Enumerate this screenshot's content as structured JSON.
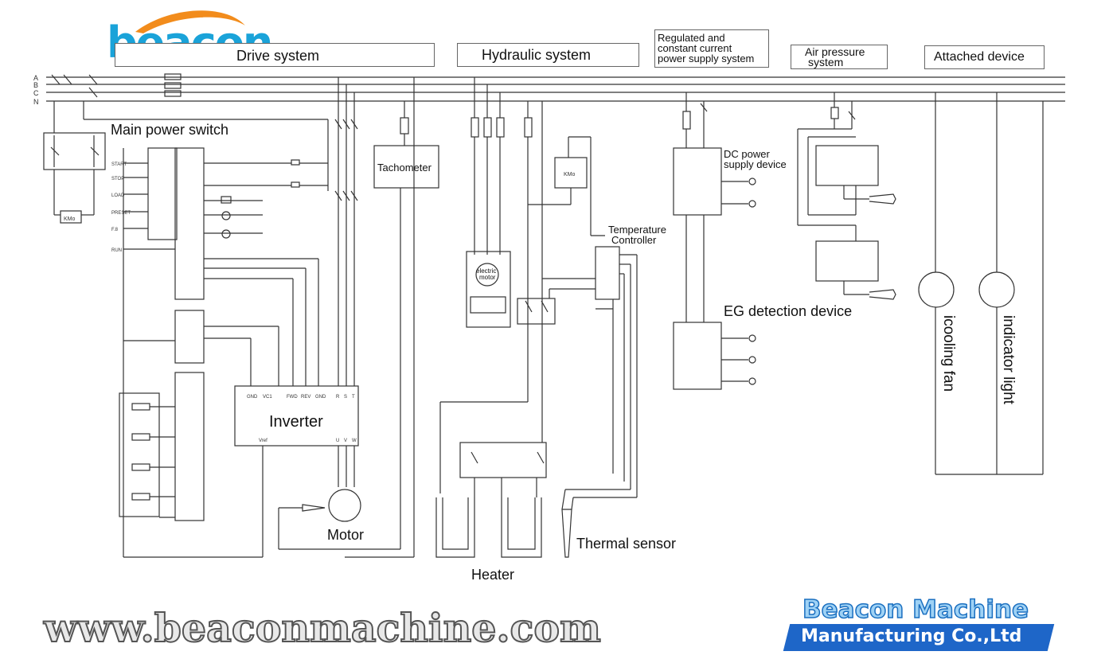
{
  "brand": {
    "logo_text": "beacon",
    "website": "www.beaconmachine.com",
    "company_line1": "Beacon Machine",
    "company_line2": "Manufacturing Co.,Ltd",
    "logo_color": "#1aa3d9",
    "logo_swoosh_color": "#f28c1c",
    "company_color": "#1e66c8"
  },
  "bus_labels": [
    "A",
    "B",
    "C",
    "N"
  ],
  "sections": {
    "drive": "Drive system",
    "hydraulic": "Hydraulic system",
    "regulated_line1": "Regulated and",
    "regulated_line2": "constant current",
    "regulated_line3": "power supply system",
    "air_line1": "Air pressure",
    "air_line2": "system",
    "attached": "Attached device"
  },
  "labels": {
    "main_power_switch": "Main power switch",
    "tachometer": "Tachometer",
    "inverter": "Inverter",
    "motor": "Motor",
    "electric_motor_line1": "electric",
    "electric_motor_line2": "motor",
    "temp_line1": "Temperature",
    "temp_line2": "Controller",
    "heater": "Heater",
    "thermal_sensor": "Thermal sensor",
    "dc_line1": "DC power",
    "dc_line2": "supply device",
    "eg_detection": "EG detection device",
    "cooling_fan": "icooling fan",
    "indicator_light": "indicator light"
  },
  "relay_tag": "KMo",
  "inverter_terminals": [
    "GND",
    "VC1",
    "FWD",
    "REV",
    "GND",
    "R",
    "S",
    "T"
  ],
  "inverter_bottom_terminals": [
    "Vref",
    "U",
    "V",
    "W"
  ],
  "plc_left_labels": [
    "START",
    "STOP",
    "LOAD",
    "PRESET",
    "F.8",
    "RUN"
  ]
}
